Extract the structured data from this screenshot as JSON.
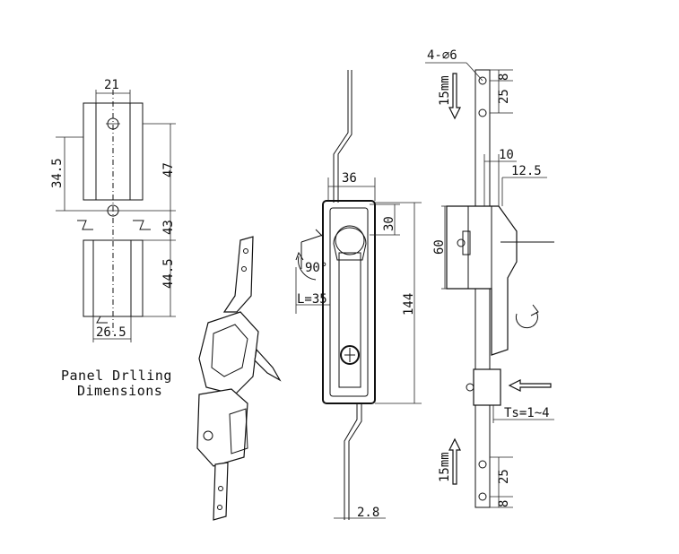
{
  "panel_drilling": {
    "dim_top_width": "21",
    "dim_hole_span": "34.5",
    "dim_upper": "47",
    "dim_middle": "43",
    "dim_lower_slot": "44.5",
    "dim_bottom_width": "26.5",
    "caption_line1": "Panel Drlling",
    "caption_line2": "Dimensions"
  },
  "front_view": {
    "dim_width": "36",
    "dim_head": "30",
    "dim_height": "144",
    "dim_rotation": "90°",
    "dim_lever": "L=35",
    "dim_rod": "2.8"
  },
  "side_view": {
    "dim_holes": "4-∅6",
    "dim_stroke_top": "15mm",
    "dim_stroke_bottom": "15mm",
    "dim_top_8": "8",
    "dim_top_25": "25",
    "dim_bottom_8": "8",
    "dim_bottom_25": "25",
    "dim_10": "10",
    "dim_12_5": "12.5",
    "dim_60": "60",
    "dim_ts": "Ts=1~4"
  },
  "colors": {
    "line": "#111111",
    "background": "#ffffff"
  }
}
